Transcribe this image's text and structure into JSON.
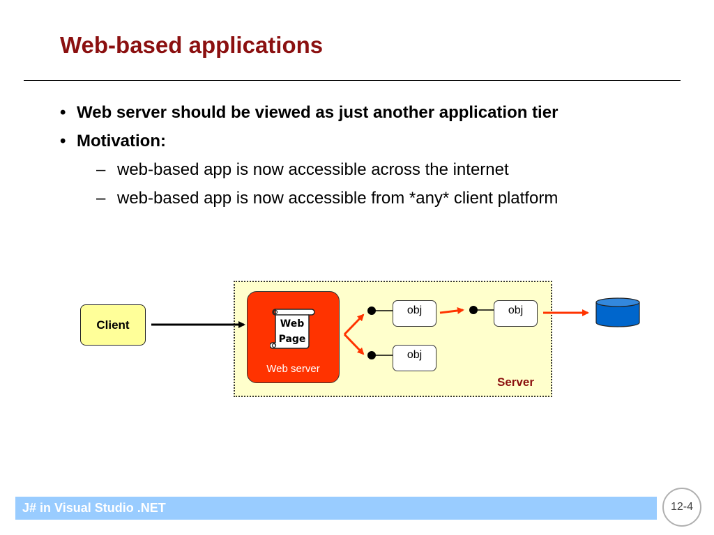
{
  "slide": {
    "title": "Web-based applications",
    "bullets": [
      {
        "text": "Web server should be viewed as just another application tier"
      },
      {
        "text": "Motivation:"
      }
    ],
    "sub_bullets": [
      {
        "text": "web-based app is now accessible across the internet"
      },
      {
        "text": "web-based app is now accessible from *any* client platform"
      }
    ],
    "bullet_symbol": "•",
    "dash_symbol": "–"
  },
  "diagram": {
    "client_label": "Client",
    "server_label": "Server",
    "web_server_label": "Web server",
    "web_page_label_line1": "Web",
    "web_page_label_line2": "Page",
    "obj_labels": [
      "obj",
      "obj",
      "obj"
    ],
    "database_icon": "database-icon",
    "colors": {
      "title": "#8b1010",
      "web_server_fill": "#ff3300",
      "server_fill": "#ffffcc",
      "client_fill": "#ffff99",
      "arrow_red": "#ff3300",
      "database_fill": "#0066cc",
      "footer_fill": "#99ccff"
    }
  },
  "footer": {
    "course": "J# in Visual Studio .NET",
    "page_number": "12-4"
  }
}
